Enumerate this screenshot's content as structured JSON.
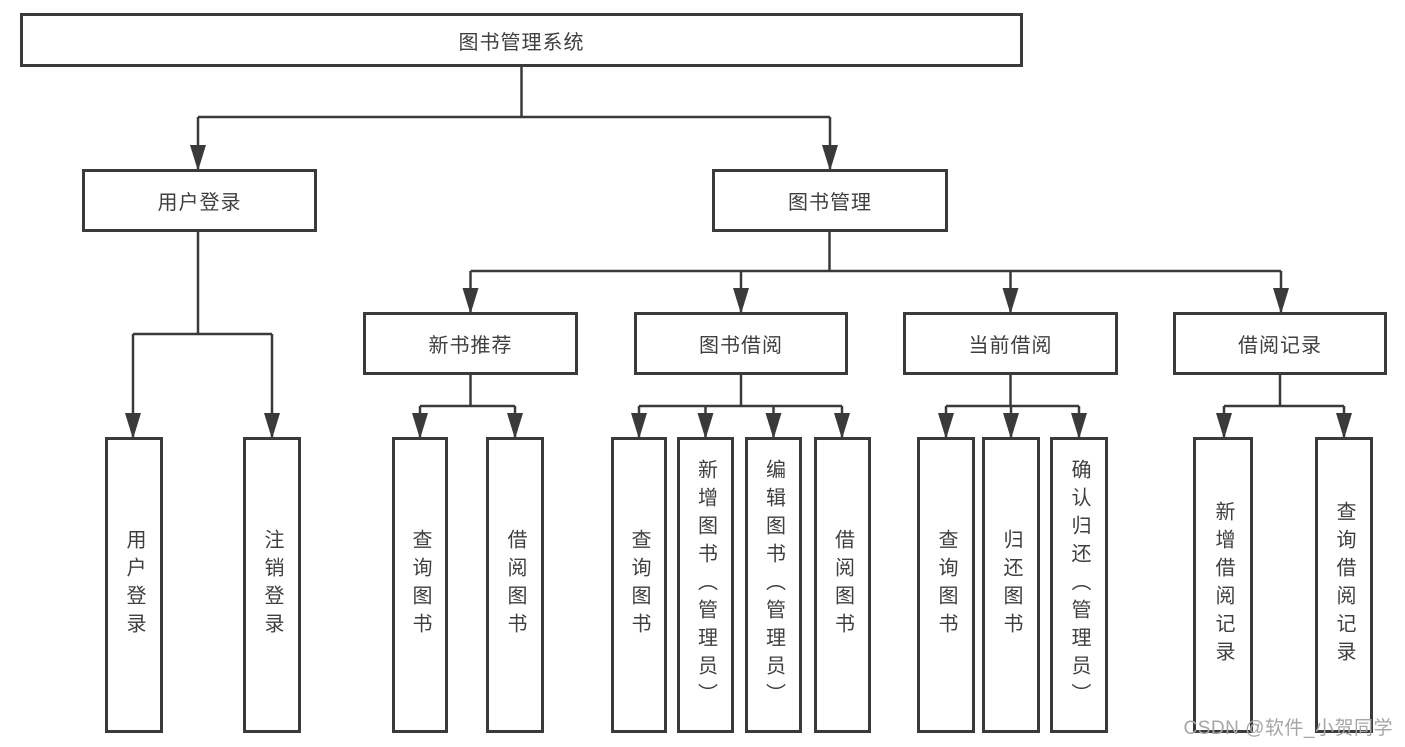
{
  "diagram": {
    "title": "图书管理系统",
    "tree": {
      "root": {
        "label": "图书管理系统"
      },
      "branches": [
        {
          "label": "用户登录",
          "children": [
            {
              "label": "用户登录"
            },
            {
              "label": "注销登录"
            }
          ]
        },
        {
          "label": "图书管理",
          "sections": [
            {
              "label": "新书推荐",
              "children": [
                {
                  "label": "查询图书"
                },
                {
                  "label": "借阅图书"
                }
              ]
            },
            {
              "label": "图书借阅",
              "children": [
                {
                  "label": "查询图书"
                },
                {
                  "label": "新增图书（管理员）"
                },
                {
                  "label": "编辑图书（管理员）"
                },
                {
                  "label": "借阅图书"
                }
              ]
            },
            {
              "label": "当前借阅",
              "children": [
                {
                  "label": "查询图书"
                },
                {
                  "label": "归还图书"
                },
                {
                  "label": "确认归还（管理员）"
                }
              ]
            },
            {
              "label": "借阅记录",
              "children": [
                {
                  "label": "新增借阅记录"
                },
                {
                  "label": "查询借阅记录"
                }
              ]
            }
          ]
        }
      ]
    },
    "colors": {
      "line": "#3a3a3a",
      "text": "#3f3f3f",
      "watermark": "#a6a6a6",
      "background": "#ffffff"
    }
  },
  "watermark": {
    "text": "CSDN @软件_小贺同学"
  }
}
